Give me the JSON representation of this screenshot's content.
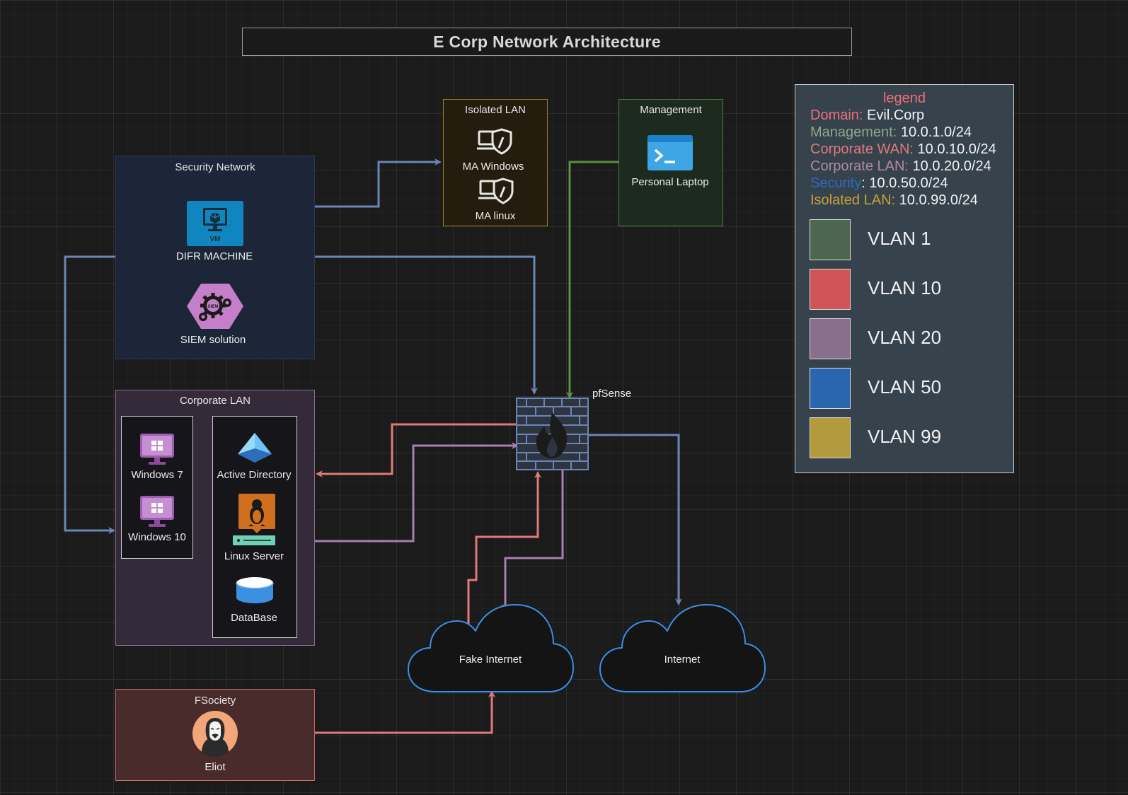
{
  "title": "E Corp Network Architecture",
  "groups": {
    "security": {
      "title": "Security Network"
    },
    "corporate": {
      "title": "Corporate LAN"
    },
    "isolated": {
      "title": "Isolated LAN"
    },
    "management": {
      "title": "Management"
    },
    "fsociety": {
      "title": "FSociety"
    }
  },
  "nodes": {
    "difr": "DIFR MACHINE",
    "difr_badge": "VM",
    "siem": "SIEM solution",
    "siem_badge": "SIEM",
    "win7": "Windows 7",
    "win10": "Windows 10",
    "ad": "Active Directory",
    "linux": "Linux Server",
    "db": "DataBase",
    "ma_windows": "MA Windows",
    "ma_linux": "MA linux",
    "laptop": "Personal Laptop",
    "firewall": "pfSense",
    "fake_internet": "Fake Internet",
    "internet": "Internet",
    "eliot": "Eliot"
  },
  "legend": {
    "title": "legend",
    "rows": [
      {
        "key": "Domain:",
        "value": " Evil.Corp",
        "key_color": "#f0707a"
      },
      {
        "key": "Management:",
        "value": " 10.0.1.0/24",
        "key_color": "#8fa88a"
      },
      {
        "key": "Corporate WAN:",
        "value": " 10.0.10.0/24",
        "key_color": "#e07a7e"
      },
      {
        "key": "Corporate LAN:",
        "value": " 10.0.20.0/24",
        "key_color": "#b08aa6"
      },
      {
        "key": "Security",
        "value": ": 10.0.50.0/24",
        "key_color": "#2e6cc0"
      },
      {
        "key": "Isolated LAN:",
        "value": " 10.0.99.0/24",
        "key_color": "#c9a23a"
      }
    ],
    "swatches": [
      {
        "label": "VLAN 1",
        "color": "#4d6650"
      },
      {
        "label": "VLAN 10",
        "color": "#cf5557"
      },
      {
        "label": "VLAN 20",
        "color": "#8a6f8c"
      },
      {
        "label": "VLAN 50",
        "color": "#2a66b0"
      },
      {
        "label": "VLAN 99",
        "color": "#b39a3c"
      }
    ]
  },
  "colors": {
    "security": "#6a86b4",
    "wan": "#df7a78",
    "lan": "#a77fb0",
    "mgmt": "#5a9040",
    "cloud": "#3b8ee8"
  }
}
